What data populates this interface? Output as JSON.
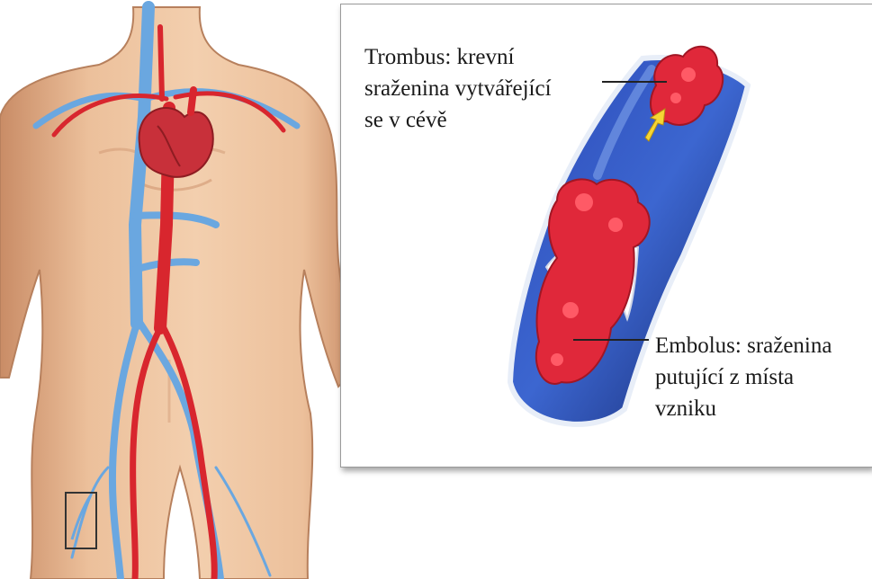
{
  "inset": {
    "thrombus_label": {
      "lines": [
        "Trombus: krevní",
        "sraženina vytvářející",
        "se v cévě"
      ]
    },
    "embolus_label": {
      "lines": [
        "Embolus: sraženina",
        "putující z místa",
        "vzniku"
      ]
    }
  },
  "colors": {
    "skin": "#ecc09b",
    "skin_shadow": "#c98c66",
    "artery": "#d8262e",
    "vein": "#6aa7e0",
    "vessel_inner": "#1f3f9e",
    "clot": "#e0283a",
    "inset_border": "#9a9a9a"
  }
}
